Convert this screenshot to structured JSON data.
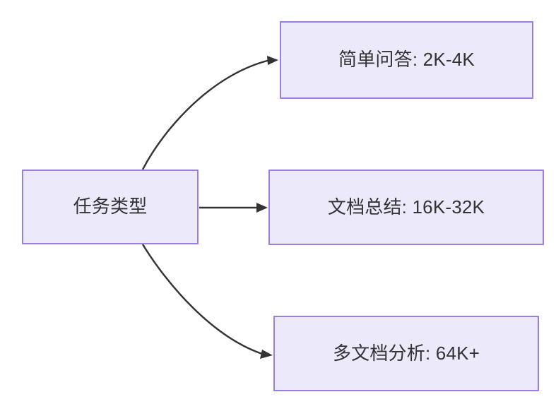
{
  "diagram": {
    "type": "flowchart",
    "direction": "left-to-right",
    "background_color": "#ffffff",
    "node_fill_color": "#ece9fb",
    "node_border_color": "#9a7fe0",
    "node_text_color": "#333333",
    "edge_color": "#333333",
    "nodes": [
      {
        "id": "source",
        "label": "任务类型",
        "role": "root"
      },
      {
        "id": "simple-qa",
        "label": "简单问答: 2K-4K",
        "role": "leaf"
      },
      {
        "id": "doc-summary",
        "label": "文档总结: 16K-32K",
        "role": "leaf"
      },
      {
        "id": "multi-doc",
        "label": "多文档分析: 64K+",
        "role": "leaf"
      }
    ],
    "edges": [
      {
        "id": "edge-source-to-simple-qa",
        "from": "source",
        "to": "simple-qa",
        "label": "",
        "style": "curved-arrow"
      },
      {
        "id": "edge-source-to-doc-summary",
        "from": "source",
        "to": "doc-summary",
        "label": "",
        "style": "straight-arrow"
      },
      {
        "id": "edge-source-to-multi-doc",
        "from": "source",
        "to": "multi-doc",
        "label": "",
        "style": "curved-arrow"
      }
    ]
  }
}
